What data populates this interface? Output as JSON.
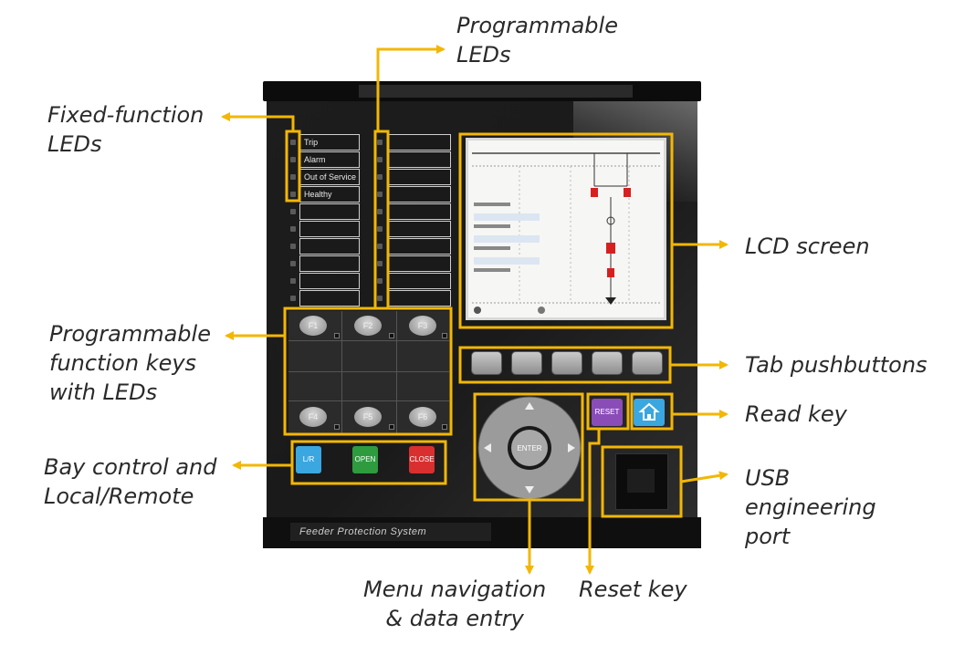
{
  "callouts": {
    "programmable_leds": [
      "Programmable",
      "LEDs"
    ],
    "fixed_function_leds": [
      "Fixed-function",
      "LEDs"
    ],
    "lcd_screen": [
      "LCD screen"
    ],
    "programmable_function_keys": [
      "Programmable",
      "function keys",
      "with LEDs"
    ],
    "tab_pushbuttons": [
      "Tab pushbuttons"
    ],
    "read_key": [
      "Read key"
    ],
    "bay_control": [
      "Bay control and",
      "Local/Remote"
    ],
    "usb_port": [
      "USB",
      "engineering",
      "port"
    ],
    "menu_navigation": [
      "Menu navigation",
      "& data entry"
    ],
    "reset_key": [
      "Reset key"
    ]
  },
  "device": {
    "nameplate": "Feeder Protection System",
    "fixed_led_labels": [
      "Trip",
      "Alarm",
      "Out of Service",
      "Healthy"
    ],
    "fkeys_top": [
      "F1",
      "F2",
      "F3"
    ],
    "fkeys_bottom": [
      "F4",
      "F5",
      "F6"
    ],
    "bay_buttons": {
      "lr": "L/R",
      "open": "OPEN",
      "close": "CLOSE"
    },
    "nav": {
      "enter": "ENTER"
    },
    "reset": "RESET"
  },
  "colors": {
    "callout_line": "#f2b705",
    "lr_button": "#3aa7e0",
    "open_button": "#2e9b3f",
    "close_button": "#d92f2f",
    "reset_button": "#8a4db8",
    "home_button": "#3aa7e0"
  },
  "icons": [
    "home-icon",
    "arrow-up-icon",
    "arrow-down-icon",
    "arrow-left-icon",
    "arrow-right-icon"
  ]
}
